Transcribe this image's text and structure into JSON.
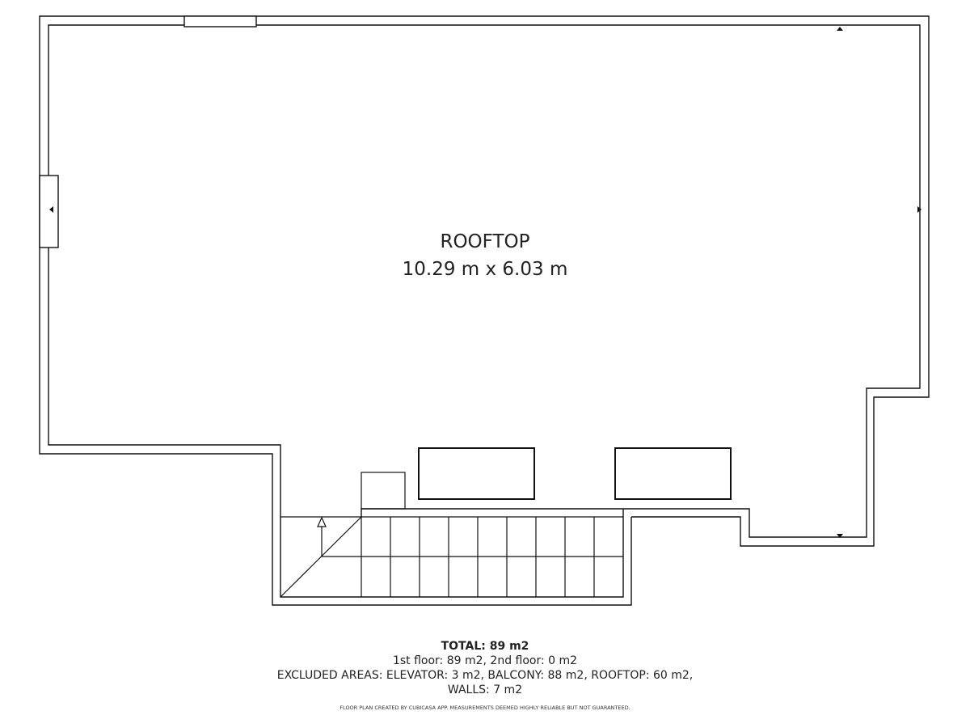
{
  "room": {
    "name": "ROOFTOP",
    "dimensions": "10.29 m x 6.03 m"
  },
  "summary": {
    "total": "TOTAL: 89 m2",
    "floors": "1st floor: 89 m2, 2nd floor: 0 m2",
    "excluded": "EXCLUDED AREAS: ELEVATOR: 3 m2, BALCONY: 88 m2, ROOFTOP: 60 m2,",
    "walls": "WALLS: 7 m2"
  },
  "footer": "FLOOR PLAN CREATED BY CUBICASA APP. MEASUREMENTS DEEMED HIGHLY RELIABLE BUT NOT GUARANTEED.",
  "colors": {
    "line": "#111111",
    "background": "#ffffff"
  }
}
